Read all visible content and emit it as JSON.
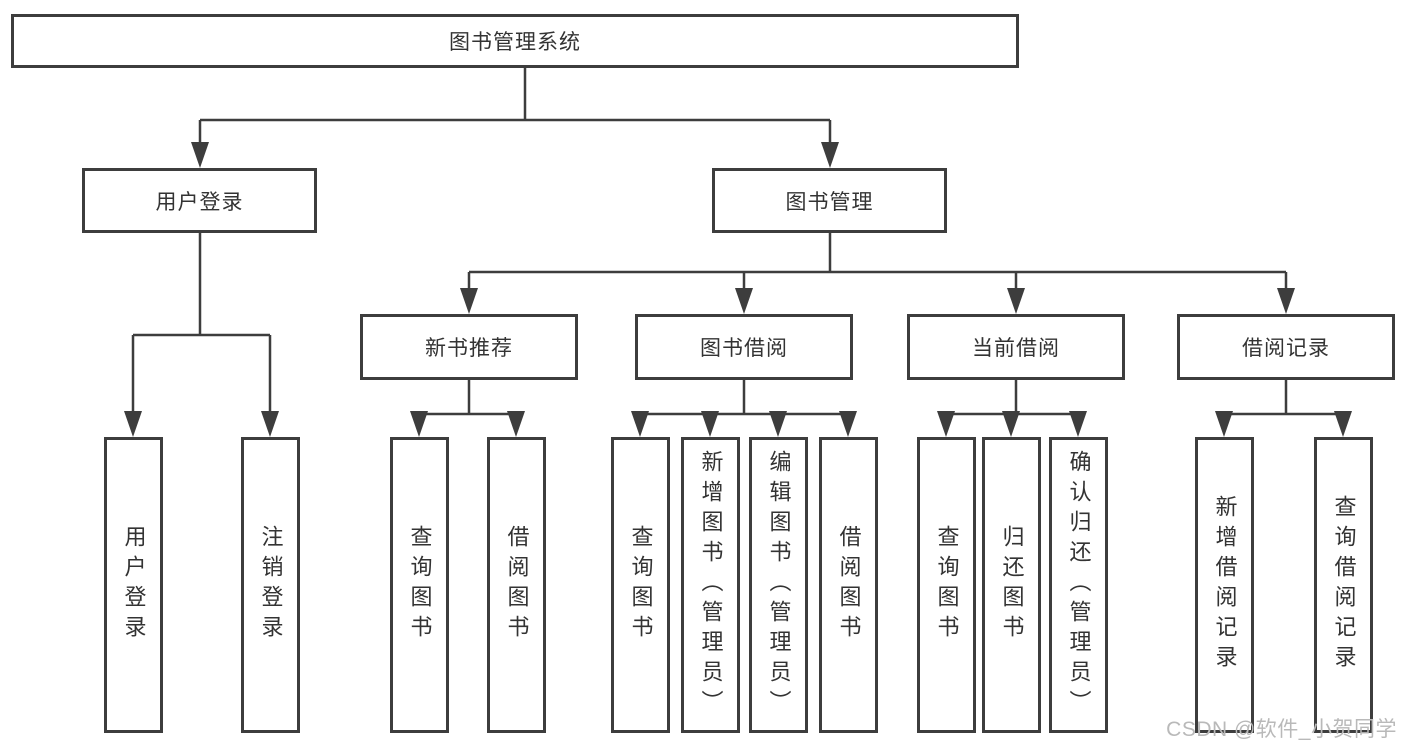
{
  "diagram": {
    "root": {
      "label": "图书管理系统"
    },
    "branches": [
      {
        "label": "用户登录",
        "children": [
          "用户登录",
          "注销登录"
        ]
      },
      {
        "label": "图书管理",
        "groups": [
          {
            "label": "新书推荐",
            "children": [
              "查询图书",
              "借阅图书"
            ]
          },
          {
            "label": "图书借阅",
            "children": [
              "查询图书",
              "新增图书（管理员）",
              "编辑图书（管理员）",
              "借阅图书"
            ]
          },
          {
            "label": "当前借阅",
            "children": [
              "查询图书",
              "归还图书",
              "确认归还（管理员）"
            ]
          },
          {
            "label": "借阅记录",
            "children": [
              "新增借阅记录",
              "查询借阅记录"
            ]
          }
        ]
      }
    ]
  },
  "colors": {
    "line": "#3d3d3d",
    "text": "#333333",
    "watermark": "#b9b9b9",
    "background": "#ffffff"
  },
  "watermark": {
    "text": "CSDN @软件_小贺同学"
  }
}
